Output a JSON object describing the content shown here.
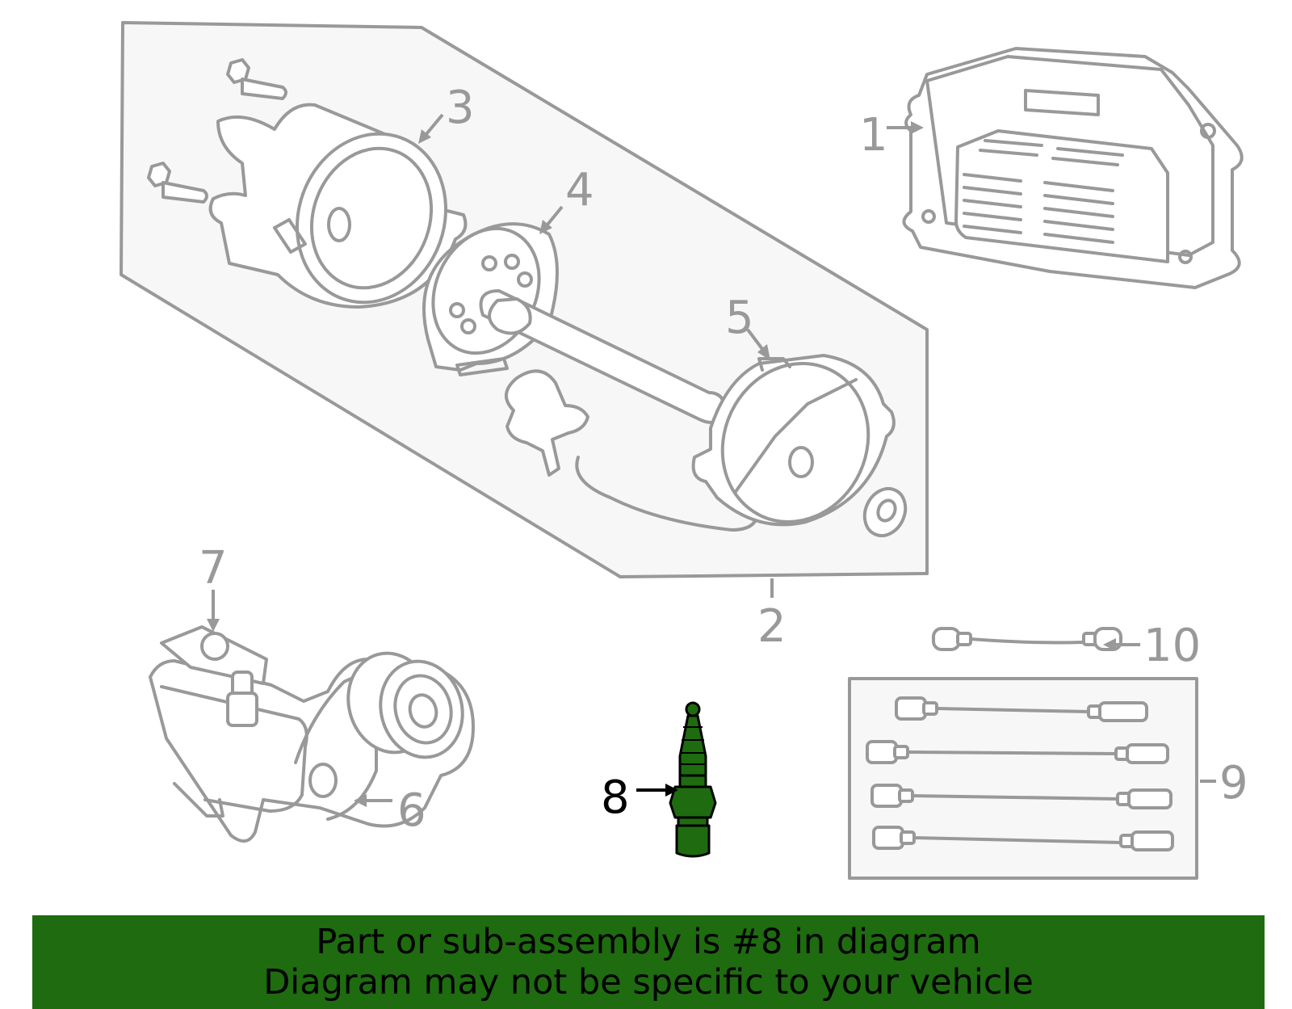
{
  "callouts": {
    "c1": "1",
    "c2": "2",
    "c3": "3",
    "c4": "4",
    "c5": "5",
    "c6": "6",
    "c7": "7",
    "c8": "8",
    "c9": "9",
    "c10": "10"
  },
  "highlighted_part": "8",
  "colors": {
    "highlight": "#1e6b10",
    "part_outline": "#999999",
    "group_box_fill": "#f7f7f7"
  },
  "banner": {
    "line1": "Part or sub-assembly is #8 in diagram",
    "line2": "Diagram may not be specific to your vehicle"
  }
}
